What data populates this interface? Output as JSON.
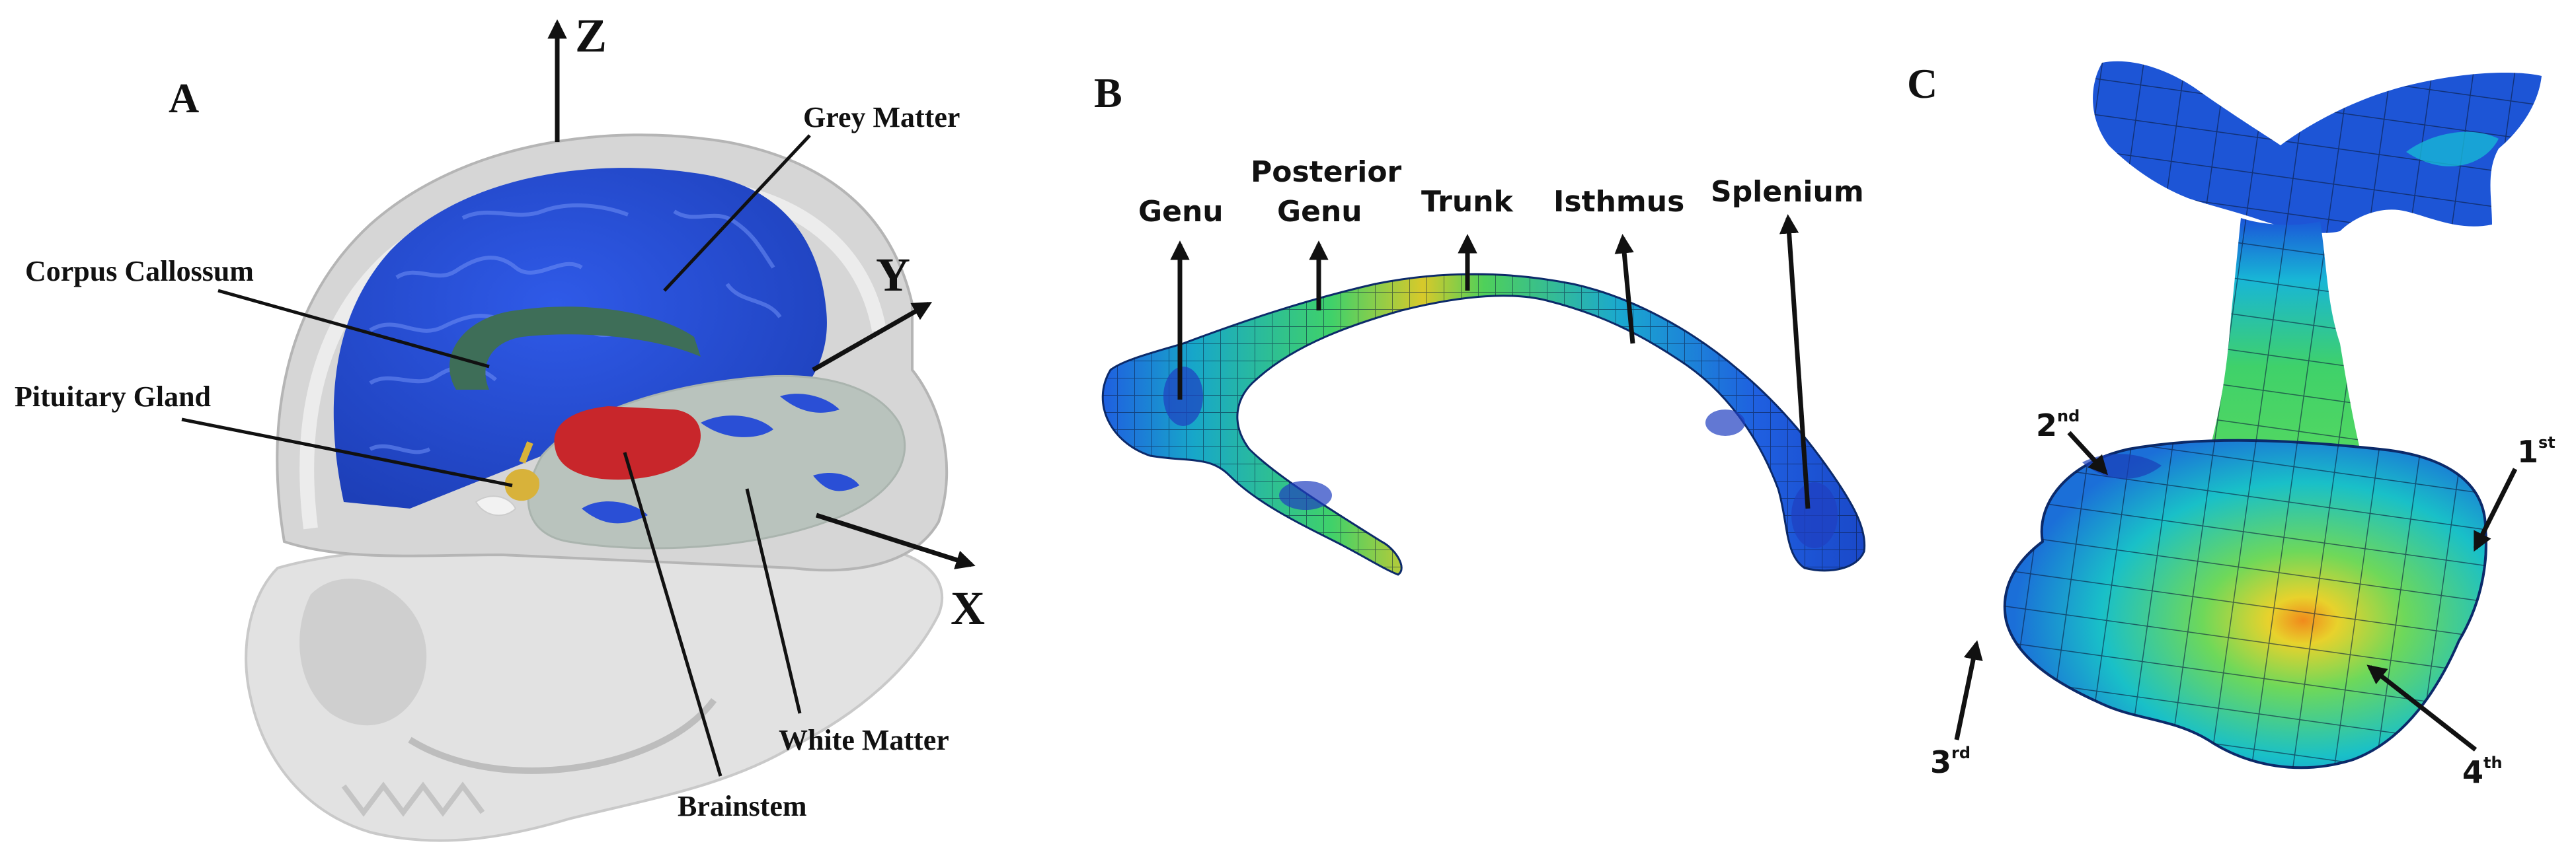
{
  "panels": {
    "a": {
      "letter": "A",
      "axes": {
        "z": "Z",
        "y": "Y",
        "x": "X"
      },
      "labels": {
        "grey_matter": "Grey Matter",
        "corpus_callosum": "Corpus Callossum",
        "pituitary_gland": "Pituitary Gland",
        "white_matter": "White Matter",
        "brainstem": "Brainstem"
      }
    },
    "b": {
      "letter": "B",
      "labels": {
        "genu": "Genu",
        "posterior_genu_line1": "Posterior",
        "posterior_genu_line2": "Genu",
        "trunk": "Trunk",
        "isthmus": "Isthmus",
        "splenium": "Splenium"
      }
    },
    "c": {
      "letter": "C",
      "ordinals": [
        {
          "num": "2",
          "sup": "nd"
        },
        {
          "num": "1",
          "sup": "st"
        },
        {
          "num": "3",
          "sup": "rd"
        },
        {
          "num": "4",
          "sup": "th"
        }
      ]
    }
  },
  "colors": {
    "skull": "#e4e4e4",
    "brain_blue": "#2a4fd6",
    "white_matter": "#b8c2bc",
    "corpus_green": "#3e6e58",
    "brainstem_red": "#c8262b",
    "pituitary": "#d8b23a",
    "mesh_blue": "#1f5fe0",
    "mesh_cyan": "#18b6d6",
    "mesh_green": "#3fd16a",
    "mesh_yellow": "#e8d22c",
    "mesh_orange": "#f08a1c"
  }
}
